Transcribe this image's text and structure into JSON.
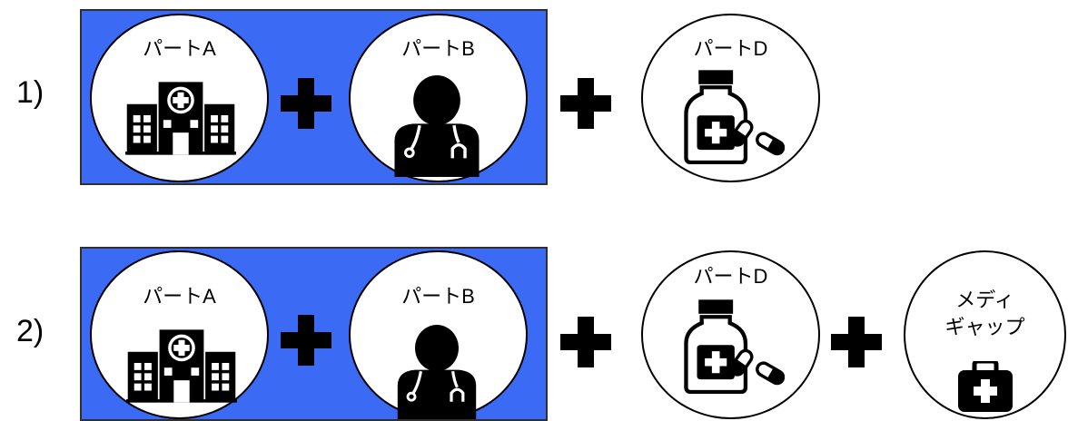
{
  "rows": [
    {
      "label": "1)",
      "circles": [
        {
          "label": "パートA",
          "icon": "hospital-icon"
        },
        {
          "label": "パートB",
          "icon": "doctor-icon"
        },
        {
          "label": "パートD",
          "icon": "medicine-icon"
        }
      ]
    },
    {
      "label": "2)",
      "circles": [
        {
          "label": "パートA",
          "icon": "hospital-icon"
        },
        {
          "label": "パートB",
          "icon": "doctor-icon"
        },
        {
          "label": "パートD",
          "icon": "medicine-icon"
        },
        {
          "label_lines": [
            "メディ",
            "ギャップ"
          ],
          "icon": "first-aid-kit-icon"
        }
      ]
    }
  ],
  "colors": {
    "highlight_box": "#3b6af5",
    "plus": "#000000"
  },
  "plus_icon": "plus-icon"
}
